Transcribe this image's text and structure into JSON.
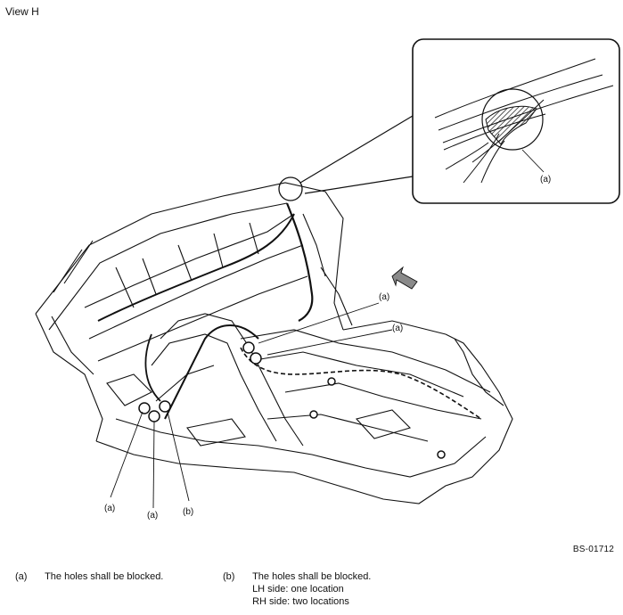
{
  "view_title": "View H",
  "figure_code": "BS-01712",
  "callouts": {
    "detail": "(a)",
    "upper_a1": "(a)",
    "upper_a2": "(a)",
    "lower_a1": "(a)",
    "lower_a2": "(a)",
    "lower_b": "(b)"
  },
  "notes": [
    {
      "mark": "(a)",
      "lines": [
        "The holes shall be blocked."
      ]
    },
    {
      "mark": "(b)",
      "lines": [
        "The holes shall be blocked.",
        "LH side: one location",
        "RH side: two locations"
      ]
    }
  ],
  "colors": {
    "line": "#111111",
    "arrow_fill": "#8a8a8a",
    "background": "#ffffff"
  }
}
